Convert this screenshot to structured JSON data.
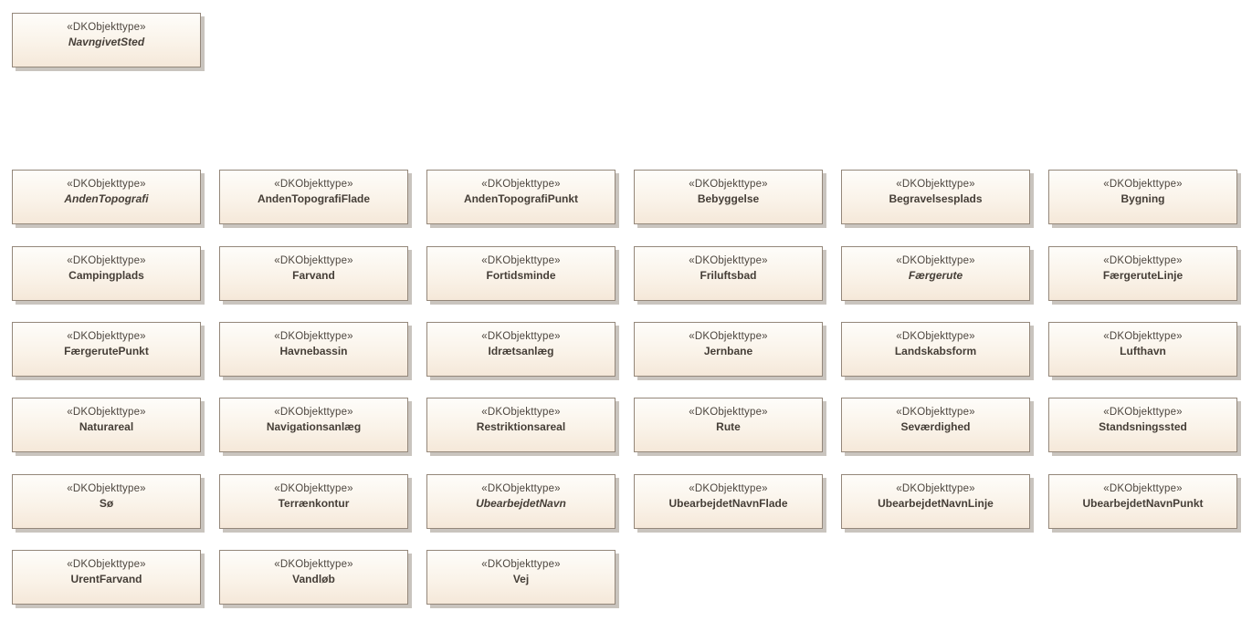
{
  "diagram": {
    "stereotype_label": "«DKObjekttype»",
    "colors": {
      "background": "#ffffff",
      "box_fill_top": "#fefdfa",
      "box_fill_bottom": "#f5e8d9",
      "box_border": "#94877a",
      "box_shadow": "#c9c4be",
      "text": "#4c453e"
    },
    "rows": [
      [
        {
          "label": "NavngivetSted",
          "abstract": true
        }
      ],
      [
        {
          "label": "AndenTopografi",
          "abstract": true
        },
        {
          "label": "AndenTopografiFlade",
          "abstract": false
        },
        {
          "label": "AndenTopografiPunkt",
          "abstract": false
        },
        {
          "label": "Bebyggelse",
          "abstract": false
        },
        {
          "label": "Begravelsesplads",
          "abstract": false
        },
        {
          "label": "Bygning",
          "abstract": false
        }
      ],
      [
        {
          "label": "Campingplads",
          "abstract": false
        },
        {
          "label": "Farvand",
          "abstract": false
        },
        {
          "label": "Fortidsminde",
          "abstract": false
        },
        {
          "label": "Friluftsbad",
          "abstract": false
        },
        {
          "label": "Færgerute",
          "abstract": true
        },
        {
          "label": "FærgeruteLinje",
          "abstract": false
        }
      ],
      [
        {
          "label": "FærgerutePunkt",
          "abstract": false
        },
        {
          "label": "Havnebassin",
          "abstract": false
        },
        {
          "label": "Idrætsanlæg",
          "abstract": false
        },
        {
          "label": "Jernbane",
          "abstract": false
        },
        {
          "label": "Landskabsform",
          "abstract": false
        },
        {
          "label": "Lufthavn",
          "abstract": false
        }
      ],
      [
        {
          "label": "Naturareal",
          "abstract": false
        },
        {
          "label": "Navigationsanlæg",
          "abstract": false
        },
        {
          "label": "Restriktionsareal",
          "abstract": false
        },
        {
          "label": "Rute",
          "abstract": false
        },
        {
          "label": "Seværdighed",
          "abstract": false
        },
        {
          "label": "Standsningssted",
          "abstract": false
        }
      ],
      [
        {
          "label": "Sø",
          "abstract": false
        },
        {
          "label": "Terrænkontur",
          "abstract": false
        },
        {
          "label": "UbearbejdetNavn",
          "abstract": true
        },
        {
          "label": "UbearbejdetNavnFlade",
          "abstract": false
        },
        {
          "label": "UbearbejdetNavnLinje",
          "abstract": false
        },
        {
          "label": "UbearbejdetNavnPunkt",
          "abstract": false
        }
      ],
      [
        {
          "label": "UrentFarvand",
          "abstract": false
        },
        {
          "label": "Vandløb",
          "abstract": false
        },
        {
          "label": "Vej",
          "abstract": false
        }
      ]
    ]
  }
}
